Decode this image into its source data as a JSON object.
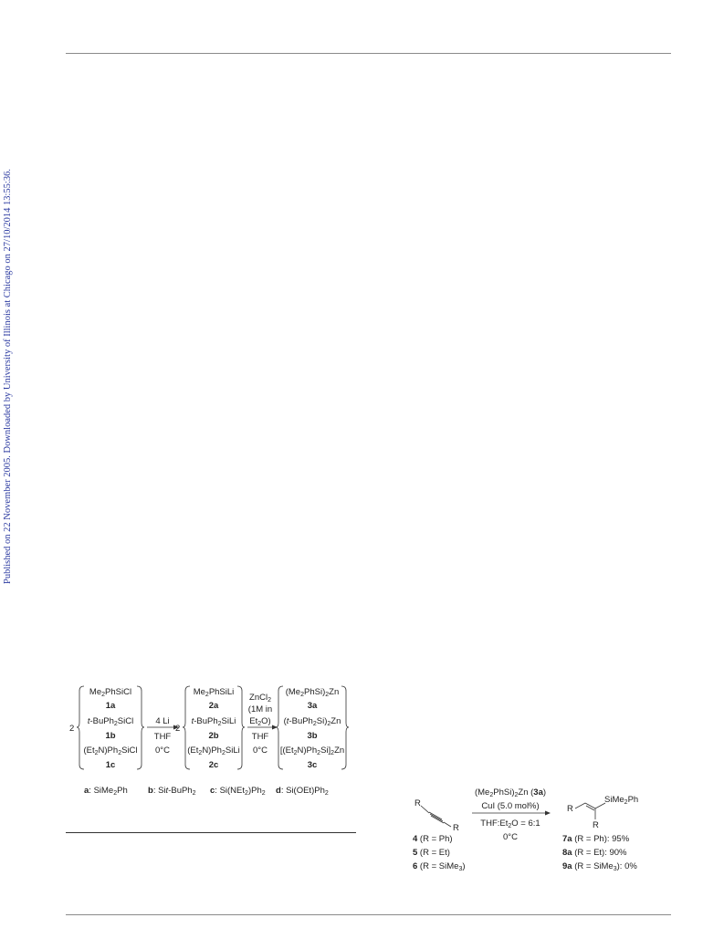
{
  "side_note": "Published on 22 November 2005. Downloaded by University of Illinois at Chicago on 27/10/2014 13:55:36.",
  "scheme1": {
    "coef_left": "2",
    "coef_mid": "2",
    "col1": [
      {
        "formula": "Me2PhSiCl",
        "label": "1a"
      },
      {
        "formula": "t-BuPh2SiCl",
        "label": "1b"
      },
      {
        "formula": "(Et2N)Ph2SiCl",
        "label": "1c"
      }
    ],
    "step1": {
      "reagent": "4 Li",
      "solvent": "THF",
      "temp": "0°C"
    },
    "col2": [
      {
        "formula": "Me2PhSiLi",
        "label": "2a"
      },
      {
        "formula": "t-BuPh2SiLi",
        "label": "2b"
      },
      {
        "formula": "(Et2N)Ph2SiLi",
        "label": "2c"
      }
    ],
    "step2": {
      "reagent": "ZnCl2",
      "conc": "(1M in",
      "solv1": "Et2O)",
      "solvent": "THF",
      "temp": "0°C"
    },
    "col3": [
      {
        "formula": "(Me2PhSi)2Zn",
        "label": "3a"
      },
      {
        "formula": "(t-BuPh2Si)2Zn",
        "label": "3b"
      },
      {
        "formula": "[(Et2N)Ph2Si]2Zn",
        "label": "3c"
      }
    ],
    "legend": [
      {
        "key": "a",
        "text": "SiMe2Ph"
      },
      {
        "key": "b",
        "text": "Sit-BuPh2"
      },
      {
        "key": "c",
        "text": "Si(NEt2)Ph2"
      },
      {
        "key": "d",
        "text": "Si(OEt)Ph2"
      }
    ]
  },
  "scheme2": {
    "reagent": "(Me2PhSi)2Zn (3a)",
    "catalyst": "CuI (5.0 mol%)",
    "solvent": "THF:Et2O = 6:1",
    "temp": "0°C",
    "substrate_R1": "R",
    "substrate_R2": "R",
    "product_R1": "R",
    "product_R2": "R",
    "product_group": "SiMe2Ph",
    "substrates": [
      "4 (R = Ph)",
      "5 (R = Et)",
      "6 (R = SiMe3)"
    ],
    "products": [
      "7a (R = Ph): 95%",
      "8a (R = Et): 90%",
      "9a (R = SiMe3): 0%"
    ]
  }
}
